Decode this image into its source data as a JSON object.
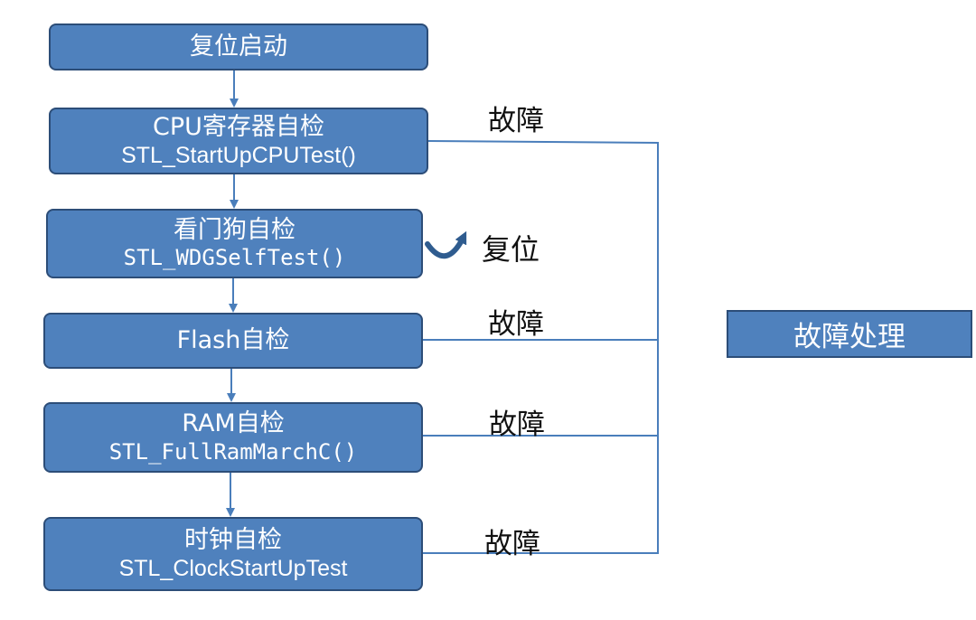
{
  "steps": [
    {
      "title": "复位启动",
      "func": ""
    },
    {
      "title": "CPU寄存器自检",
      "func": "STL_StartUpCPUTest()"
    },
    {
      "title": "看门狗自检",
      "func": "STL_WDGSelfTest()"
    },
    {
      "title": "Flash自检",
      "func": ""
    },
    {
      "title": "RAM自检",
      "func": "STL_FullRamMarchC()"
    },
    {
      "title": "时钟自检",
      "func": "STL_ClockStartUpTest"
    }
  ],
  "labels": {
    "fault": "故障",
    "reset": "复位"
  },
  "handler": {
    "label": "故障处理"
  },
  "colors": {
    "box_fill": "#4f81bd",
    "box_border": "#2c4d78",
    "connector": "#4a7ebb",
    "reset_arrow": "#2f5c8f"
  }
}
